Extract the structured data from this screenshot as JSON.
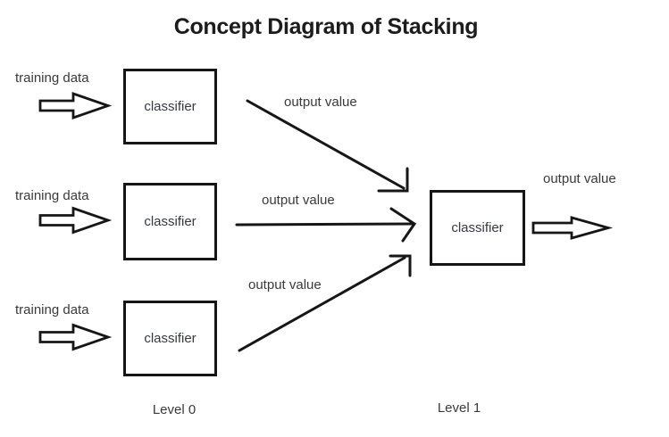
{
  "title": "Concept Diagram of Stacking",
  "colors": {
    "ink": "#161616",
    "label_text": "#3a3a3a",
    "background": "#ffffff"
  },
  "level0": {
    "caption": "Level 0",
    "rows": [
      {
        "input_label": "training data",
        "box_label": "classifier",
        "output_label": "output value"
      },
      {
        "input_label": "training data",
        "box_label": "classifier",
        "output_label": "output value"
      },
      {
        "input_label": "training data",
        "box_label": "classifier",
        "output_label": "output value"
      }
    ]
  },
  "level1": {
    "caption": "Level 1",
    "box_label": "classifier",
    "output_label": "output value"
  },
  "arrows": {
    "training_data_arrow": "block-arrow-right",
    "output_value_arrow": "line-arrow-right",
    "final_output_arrow": "block-arrow-right"
  }
}
